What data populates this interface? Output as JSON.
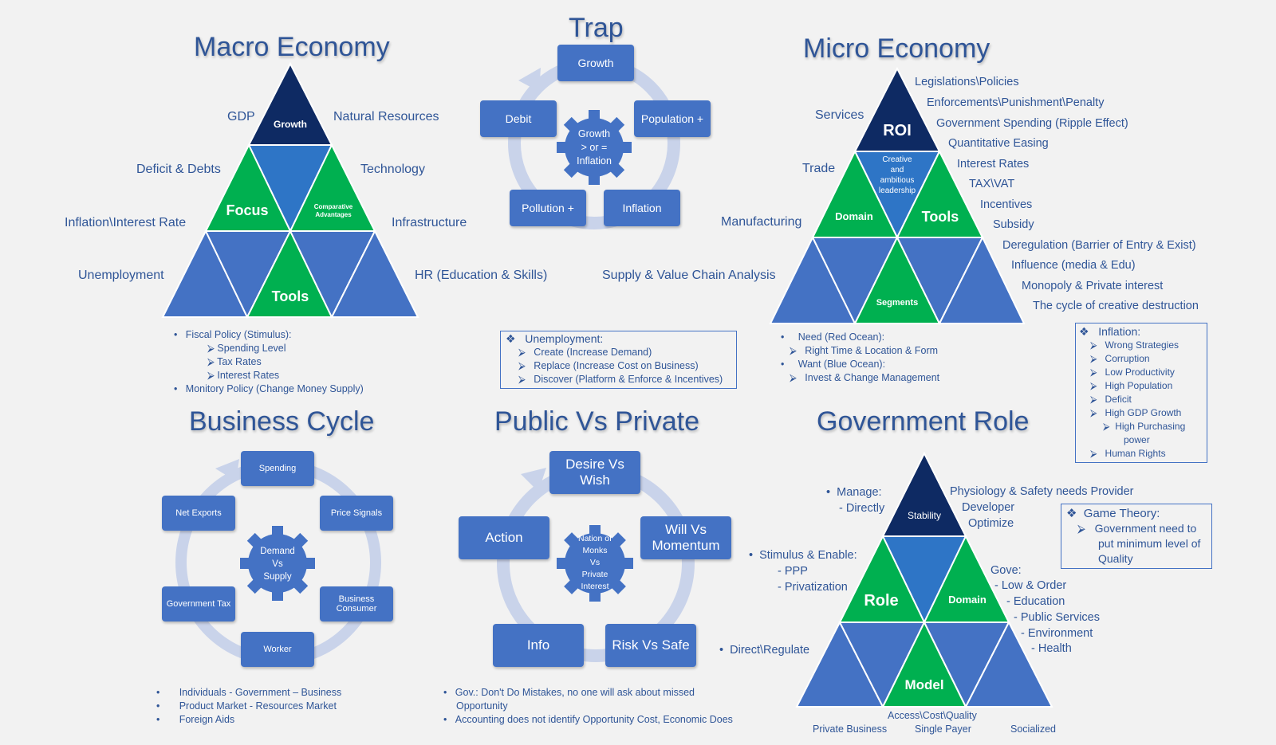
{
  "macro": {
    "title": "Macro Economy",
    "tri_growth": "Growth",
    "tri_focus": "Focus",
    "tri_comparative_1": "Comparative",
    "tri_comparative_2": "Advantages",
    "tri_tools": "Tools",
    "left_labels": [
      "GDP",
      "Deficit & Debts",
      "Inflation\\Interest Rate",
      "Unemployment"
    ],
    "right_labels": [
      "Natural Resources",
      "Technology",
      "Infrastructure",
      "HR (Education & Skills)"
    ],
    "bullets": {
      "fiscal": "Fiscal Policy (Stimulus):",
      "sub": [
        "Spending Level",
        "Tax Rates",
        "Interest Rates"
      ],
      "monetary": "Monitory Policy (Change Money Supply)"
    }
  },
  "trap": {
    "title": "Trap",
    "nodes": [
      "Growth",
      "Population +",
      "Inflation",
      "Pollution +",
      "Debit"
    ],
    "center": [
      "Growth",
      "> or =",
      "Inflation"
    ]
  },
  "unemployment_box": {
    "heading": "Unemployment:",
    "items": [
      "Create (Increase Demand)",
      "Replace (Increase Cost on Business)",
      "Discover (Platform & Enforce & Incentives)"
    ]
  },
  "micro": {
    "title": "Micro Economy",
    "tri_roi": "ROI",
    "tri_center": [
      "Creative",
      "and",
      "ambitious",
      "leadership"
    ],
    "tri_domain": "Domain",
    "tri_tools": "Tools",
    "tri_segments": "Segments",
    "left_labels": [
      "Services",
      "Trade",
      "Manufacturing",
      "Supply & Value Chain Analysis"
    ],
    "right_labels": [
      "Legislations\\Policies",
      "Enforcements\\Punishment\\Penalty",
      "Government Spending (Ripple Effect)",
      "Quantitative Easing",
      "Interest Rates",
      "TAX\\VAT",
      "Incentives",
      "Subsidy",
      "Deregulation (Barrier of Entry & Exist)",
      "Influence (media & Edu)",
      "Monopoly & Private interest",
      "The cycle of creative destruction"
    ],
    "bullets": {
      "need": "Need (Red Ocean):",
      "need_sub": "Right Time & Location & Form",
      "want": "Want (Blue Ocean):",
      "want_sub": "Invest & Change Management"
    }
  },
  "inflation_box": {
    "heading": "Inflation:",
    "items": [
      "Wrong Strategies",
      "Corruption",
      "Low Productivity",
      "High Population",
      "Deficit",
      "High GDP Growth"
    ],
    "sub": [
      "High Purchasing",
      "power"
    ],
    "last": "Human Rights"
  },
  "business_cycle": {
    "title": "Business Cycle",
    "nodes": [
      "Spending",
      "Price Signals",
      "Business",
      "Consumer",
      "Worker",
      "Government Tax",
      "Net Exports"
    ],
    "center": [
      "Demand",
      "Vs",
      "Supply"
    ],
    "bullets": [
      "Individuals - Government – Business",
      "Product Market - Resources Market",
      "Foreign Aids"
    ]
  },
  "public_private": {
    "title": "Public Vs Private",
    "nodes": [
      "Desire Vs",
      "Wish",
      "Will Vs",
      "Momentum",
      "Risk Vs Safe",
      "Info",
      "Action"
    ],
    "center": [
      "Nation of",
      "Monks",
      "Vs",
      "Private",
      "Interest"
    ],
    "bullets": [
      "Gov.: Don't Do Mistakes,  no one will ask about missed",
      "Opportunity",
      "Accounting does not identify Opportunity Cost, Economic Does"
    ]
  },
  "gov_role": {
    "title": "Government Role",
    "tri_stability": "Stability",
    "tri_role": "Role",
    "tri_domain": "Domain",
    "tri_model": "Model",
    "left": {
      "manage": "Manage:",
      "directly": "- Directly",
      "stimulus": "Stimulus & Enable:",
      "ppp": "- PPP",
      "privatization": "- Privatization",
      "direct": "Direct\\Regulate"
    },
    "right": {
      "provider": "Physiology & Safety needs Provider",
      "developer": "Developer",
      "optimize": "Optimize",
      "gove": "Gove:",
      "items": [
        "- Low & Order",
        "- Education",
        "- Public Services",
        "- Environment",
        "- Health"
      ]
    },
    "bottom": {
      "access": "Access\\Cost\\Quality",
      "private": "Private Business",
      "single": "Single Payer",
      "socialized": "Socialized"
    }
  },
  "game_theory": {
    "heading": "Game Theory:",
    "lines": [
      "Government need to",
      "put minimum level of",
      "Quality"
    ]
  },
  "colors": {
    "dark_navy": "#0e2a63",
    "blue": "#4472c4",
    "mid_blue": "#2e75c6",
    "green": "#00b050",
    "text": "#2f5597",
    "arrow": "#c9d3ea"
  }
}
